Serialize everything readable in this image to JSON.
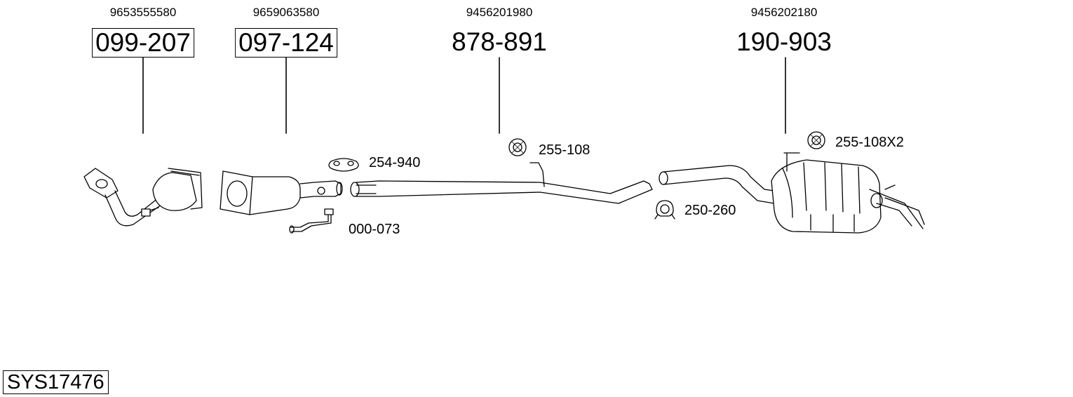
{
  "main_parts": [
    {
      "id": "cat1",
      "oem": "9653555580",
      "part": "099-207",
      "boxed": true
    },
    {
      "id": "cat2",
      "oem": "9659063580",
      "part": "097-124",
      "boxed": true
    },
    {
      "id": "mid",
      "oem": "9456201980",
      "part": "878-891",
      "boxed": false
    },
    {
      "id": "rear",
      "oem": "9456202180",
      "part": "190-903",
      "boxed": false
    }
  ],
  "accessories": [
    {
      "id": "clamp",
      "part": "254-940",
      "icon": "clamp-icon"
    },
    {
      "id": "sensor",
      "part": "000-073",
      "icon": "sensor-icon"
    },
    {
      "id": "hanger1",
      "part": "255-108",
      "icon": "rubber-hanger-icon"
    },
    {
      "id": "ring",
      "part": "250-260",
      "icon": "ring-clamp-icon"
    },
    {
      "id": "hanger2",
      "part": "255-108X2",
      "icon": "rubber-hanger-icon"
    }
  ],
  "system": {
    "code": "SYS17476"
  }
}
